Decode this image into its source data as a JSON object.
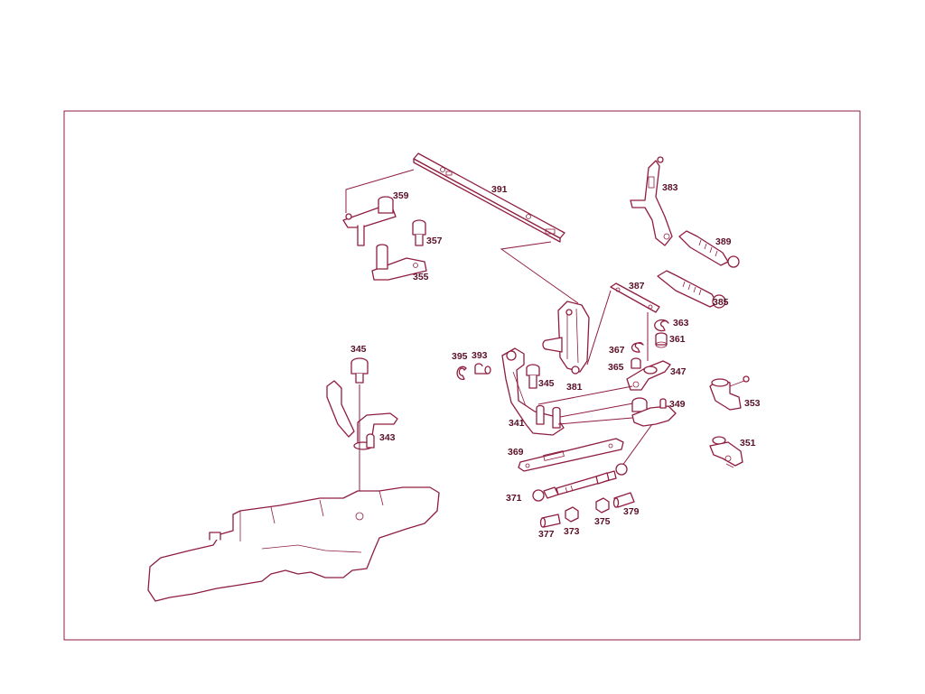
{
  "colors": {
    "line": "#8f1d3f",
    "text": "#5a1026",
    "background": "#ffffff"
  },
  "labels": {
    "p391": "391",
    "p359": "359",
    "p357": "357",
    "p355": "355",
    "p383": "383",
    "p389": "389",
    "p387": "387",
    "p385": "385",
    "p363": "363",
    "p361": "361",
    "p367": "367",
    "p365": "365",
    "p347": "347",
    "p381": "381",
    "p395": "395",
    "p393": "393",
    "p345a": "345",
    "p345b": "345",
    "p343": "343",
    "p341": "341",
    "p349": "349",
    "p353": "353",
    "p351": "351",
    "p369": "369",
    "p371": "371",
    "p377": "377",
    "p373": "373",
    "p375": "375",
    "p379": "379"
  }
}
